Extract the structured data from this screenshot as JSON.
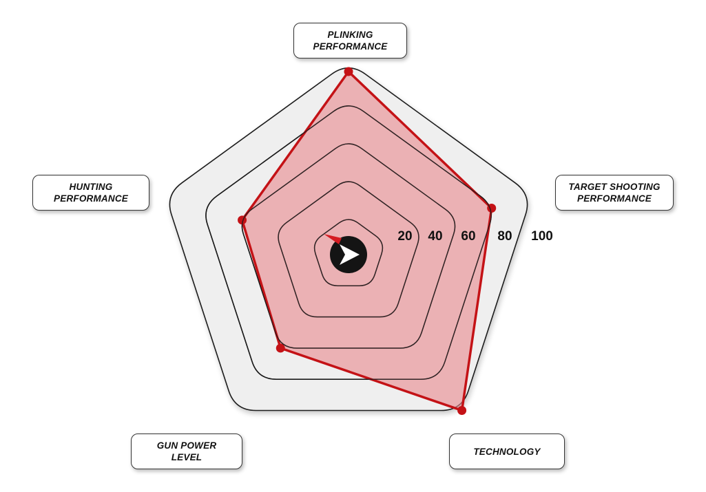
{
  "chart_data": {
    "type": "radar",
    "axes": [
      {
        "lines": [
          "PLINKING",
          "PERFORMANCE"
        ]
      },
      {
        "lines": [
          "TARGET SHOOTING",
          "PERFORMANCE"
        ]
      },
      {
        "lines": [
          "TECHNOLOGY"
        ]
      },
      {
        "lines": [
          "GUN POWER",
          "LEVEL"
        ]
      },
      {
        "lines": [
          "HUNTING",
          "PERFORMANCE"
        ]
      }
    ],
    "rings": [
      20,
      40,
      60,
      80,
      100
    ],
    "tick_labels": [
      "20",
      "40",
      "60",
      "80",
      "100"
    ],
    "range": [
      0,
      100
    ],
    "values": [
      95,
      78,
      100,
      60,
      58
    ],
    "colors": {
      "series_line": "#c41216",
      "series_fill": "#e8878c",
      "outer_fill": "#efefef",
      "ring_stroke": "#1a1a1a",
      "logo_red": "#d51c22"
    },
    "logo": {
      "icon": "chevron-logo-icon"
    }
  }
}
